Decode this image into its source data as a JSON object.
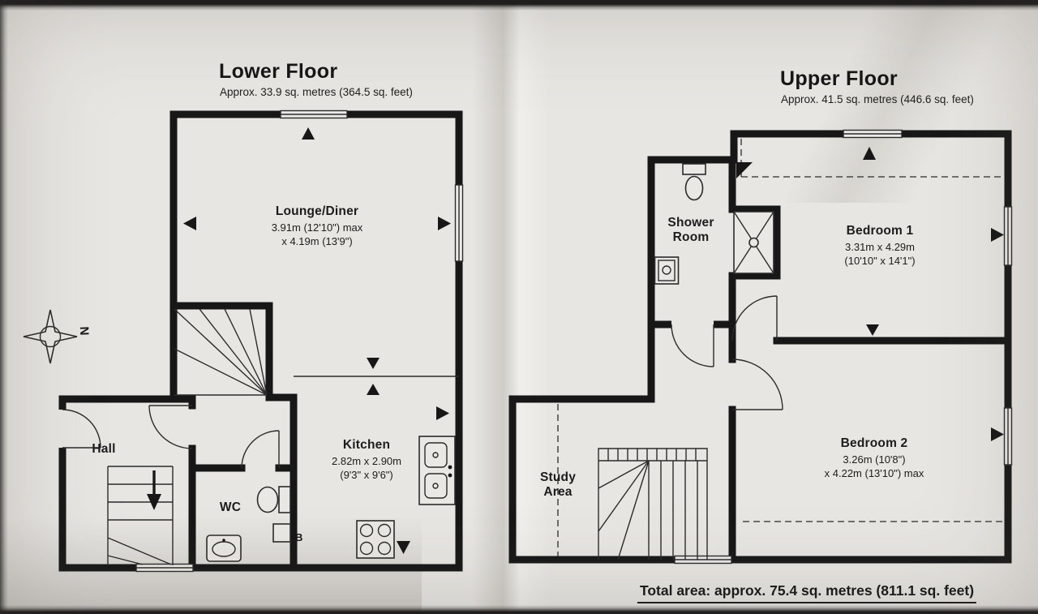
{
  "lower_floor": {
    "title": "Lower Floor",
    "subtitle": "Approx.  33.9 sq. metres (364.5 sq. feet)",
    "compass_label": "N",
    "boiler_label": "B",
    "rooms": {
      "lounge_diner": {
        "name": "Lounge/Diner",
        "dim_line1": "3.91m (12'10\") max",
        "dim_line2": "x 4.19m (13'9\")"
      },
      "hall": {
        "name": "Hall"
      },
      "wc": {
        "name": "WC"
      },
      "kitchen": {
        "name": "Kitchen",
        "dim_line1": "2.82m x 2.90m",
        "dim_line2": "(9'3\" x 9'6\")"
      }
    }
  },
  "upper_floor": {
    "title": "Upper Floor",
    "subtitle": "Approx.  41.5 sq. metres (446.6 sq. feet)",
    "rooms": {
      "shower_room": {
        "name_line1": "Shower",
        "name_line2": "Room"
      },
      "bedroom_1": {
        "name": "Bedroom 1",
        "dim_line1": "3.31m x 4.29m",
        "dim_line2": "(10'10\" x 14'1\")"
      },
      "bedroom_2": {
        "name": "Bedroom 2",
        "dim_line1": "3.26m (10'8\")",
        "dim_line2": "x 4.22m (13'10\") max"
      },
      "study_area": {
        "name_line1": "Study",
        "name_line2": "Area"
      }
    }
  },
  "footer": {
    "total_area": "Total area: approx.  75.4 sq. metres (811.1 sq. feet)"
  }
}
